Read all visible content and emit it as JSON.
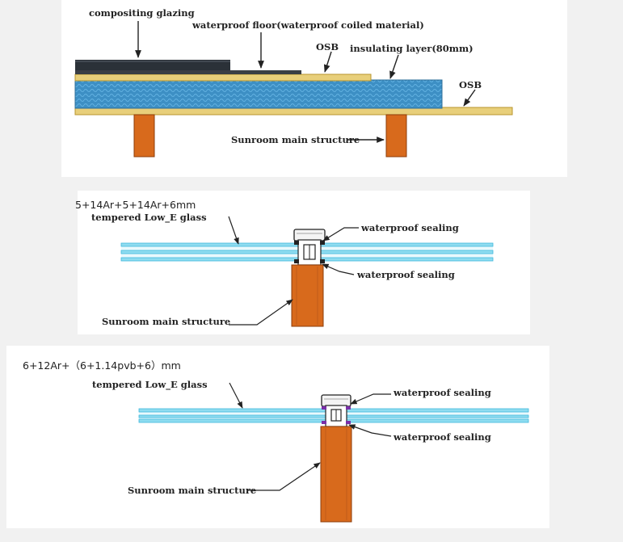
{
  "colors": {
    "panel": "#ffffff",
    "background": "#f1f1f1",
    "glazing": "#2b3138",
    "osb": "#e8cf7a",
    "osb_edge": "#b8952e",
    "insulation": "#3d8fc4",
    "insulation_light": "#63b2e2",
    "timber": "#d86a1c",
    "timber_edge": "#8c3c0a",
    "glass": "#8fdcf0",
    "glass_edge": "#3fb8dc",
    "gasket": "#222222",
    "gasket_purple": "#7a2fa8",
    "text": "#222222"
  },
  "roof_section": {
    "compositing_glazing": "compositing glazing",
    "waterproof_floor": "waterproof floor(waterproof coiled material)",
    "osb_upper": "OSB",
    "insulating_layer": "insulating layer(80mm)",
    "osb_lower": "OSB",
    "main_structure": "Sunroom main structure"
  },
  "glass_section_1": {
    "spec": "5+14Ar+5+14Ar+6mm",
    "glass_type": "tempered Low_E glass",
    "sealing_top": "waterproof sealing",
    "sealing_bottom": "waterproof sealing",
    "main_structure": "Sunroom main structure"
  },
  "glass_section_2": {
    "spec": "6+12Ar+（6+1.14pvb+6）mm",
    "glass_type": "tempered Low_E glass",
    "sealing_top": "waterproof sealing",
    "sealing_bottom": "waterproof sealing",
    "main_structure": "Sunroom main structure"
  }
}
